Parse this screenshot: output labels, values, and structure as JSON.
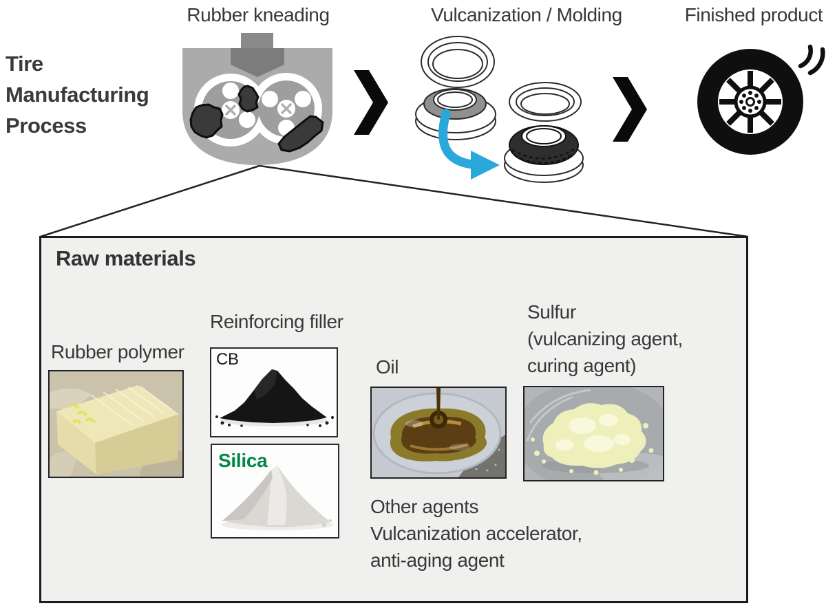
{
  "title": {
    "lines": [
      "Tire",
      "Manufacturing",
      "Process"
    ]
  },
  "process": {
    "stages": [
      {
        "label": "Rubber kneading",
        "icon": "kneader-machine"
      },
      {
        "label": "Vulcanization / Molding",
        "icon": "vulcanization-molds"
      },
      {
        "label": "Finished product",
        "icon": "tire"
      }
    ],
    "arrow_glyph": "chevron-right"
  },
  "raw_materials": {
    "title": "Raw materials",
    "rubber_polymer": {
      "label": "Rubber polymer"
    },
    "reinforcing_filler": {
      "label": "Reinforcing filler",
      "cb_label": "CB",
      "silica_label": "Silica"
    },
    "oil": {
      "label": "Oil"
    },
    "sulfur": {
      "label_lines": [
        "Sulfur",
        "(vulcanizing agent,",
        "curing agent)"
      ]
    },
    "other_agents": {
      "lines": [
        "Other agents",
        "Vulcanization accelerator,",
        "anti-aging agent"
      ]
    }
  },
  "colors": {
    "text": "#383838",
    "silica_green": "#008745",
    "arrow_blue": "#2aa7db",
    "box_fill": "#f0f0ef",
    "box_border": "#1c1c1c",
    "chevron_black": "#0a0a0a",
    "machine_gray": "#ababab",
    "rubber_chunk": "#3a3a3a",
    "carbon_black": "#151515",
    "sulfur_yellow": "#eef0bc",
    "oil_brown": "#5c3e14"
  }
}
